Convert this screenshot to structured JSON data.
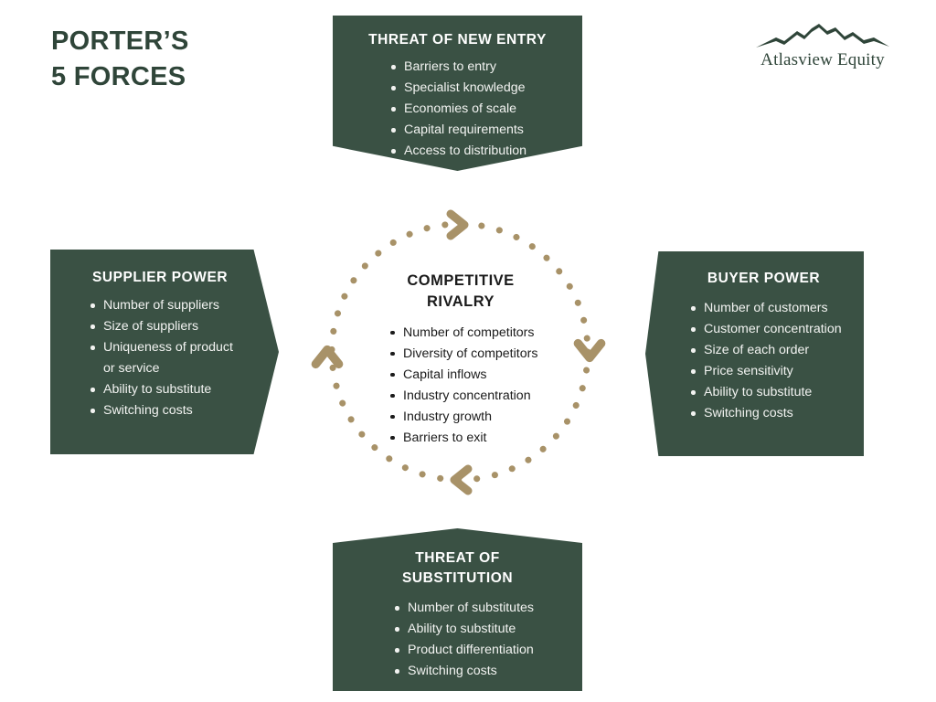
{
  "title": {
    "line1": "PORTER’S",
    "line2": "5 FORCES"
  },
  "logo": {
    "brand_name": "Atlasview Equity",
    "mark": "mountain-range-icon"
  },
  "colors": {
    "box_green": "#3a5144",
    "title_green": "#2f4539",
    "accent_tan": "#a89268",
    "background": "#ffffff",
    "box_text": "#f2f3f1",
    "center_text": "#1b1b1b"
  },
  "center": {
    "title": "COMPETITIVE\nRIVALRY",
    "items": [
      "Number of competitors",
      "Diversity of competitors",
      "Capital inflows",
      "Industry concentration",
      "Industry growth",
      "Barriers to exit"
    ]
  },
  "forces": {
    "new_entry": {
      "title": "THREAT OF NEW ENTRY",
      "items": [
        "Barriers to entry",
        "Specialist knowledge",
        "Economies of scale",
        "Capital requirements",
        "Access to distribution"
      ]
    },
    "supplier_power": {
      "title": "SUPPLIER  POWER",
      "items": [
        "Number of suppliers",
        "Size of suppliers",
        "Uniqueness of product",
        "or service",
        "Ability to substitute",
        "Switching costs"
      ]
    },
    "buyer_power": {
      "title": "BUYER POWER",
      "items": [
        "Number of customers",
        "Customer concentration",
        "Size of each order",
        "Price sensitivity",
        "Ability to substitute",
        "Switching costs"
      ]
    },
    "substitution": {
      "title": "THREAT OF\nSUBSTITUTION",
      "items": [
        "Number of substitutes",
        "Ability to substitute",
        "Product differentiation",
        "Switching costs"
      ]
    }
  },
  "cycle": {
    "direction": "clockwise",
    "arrows": [
      {
        "position": "top",
        "points": "right"
      },
      {
        "position": "right",
        "points": "down"
      },
      {
        "position": "bottom",
        "points": "left"
      },
      {
        "position": "left",
        "points": "up"
      }
    ],
    "dot_count": 44
  }
}
